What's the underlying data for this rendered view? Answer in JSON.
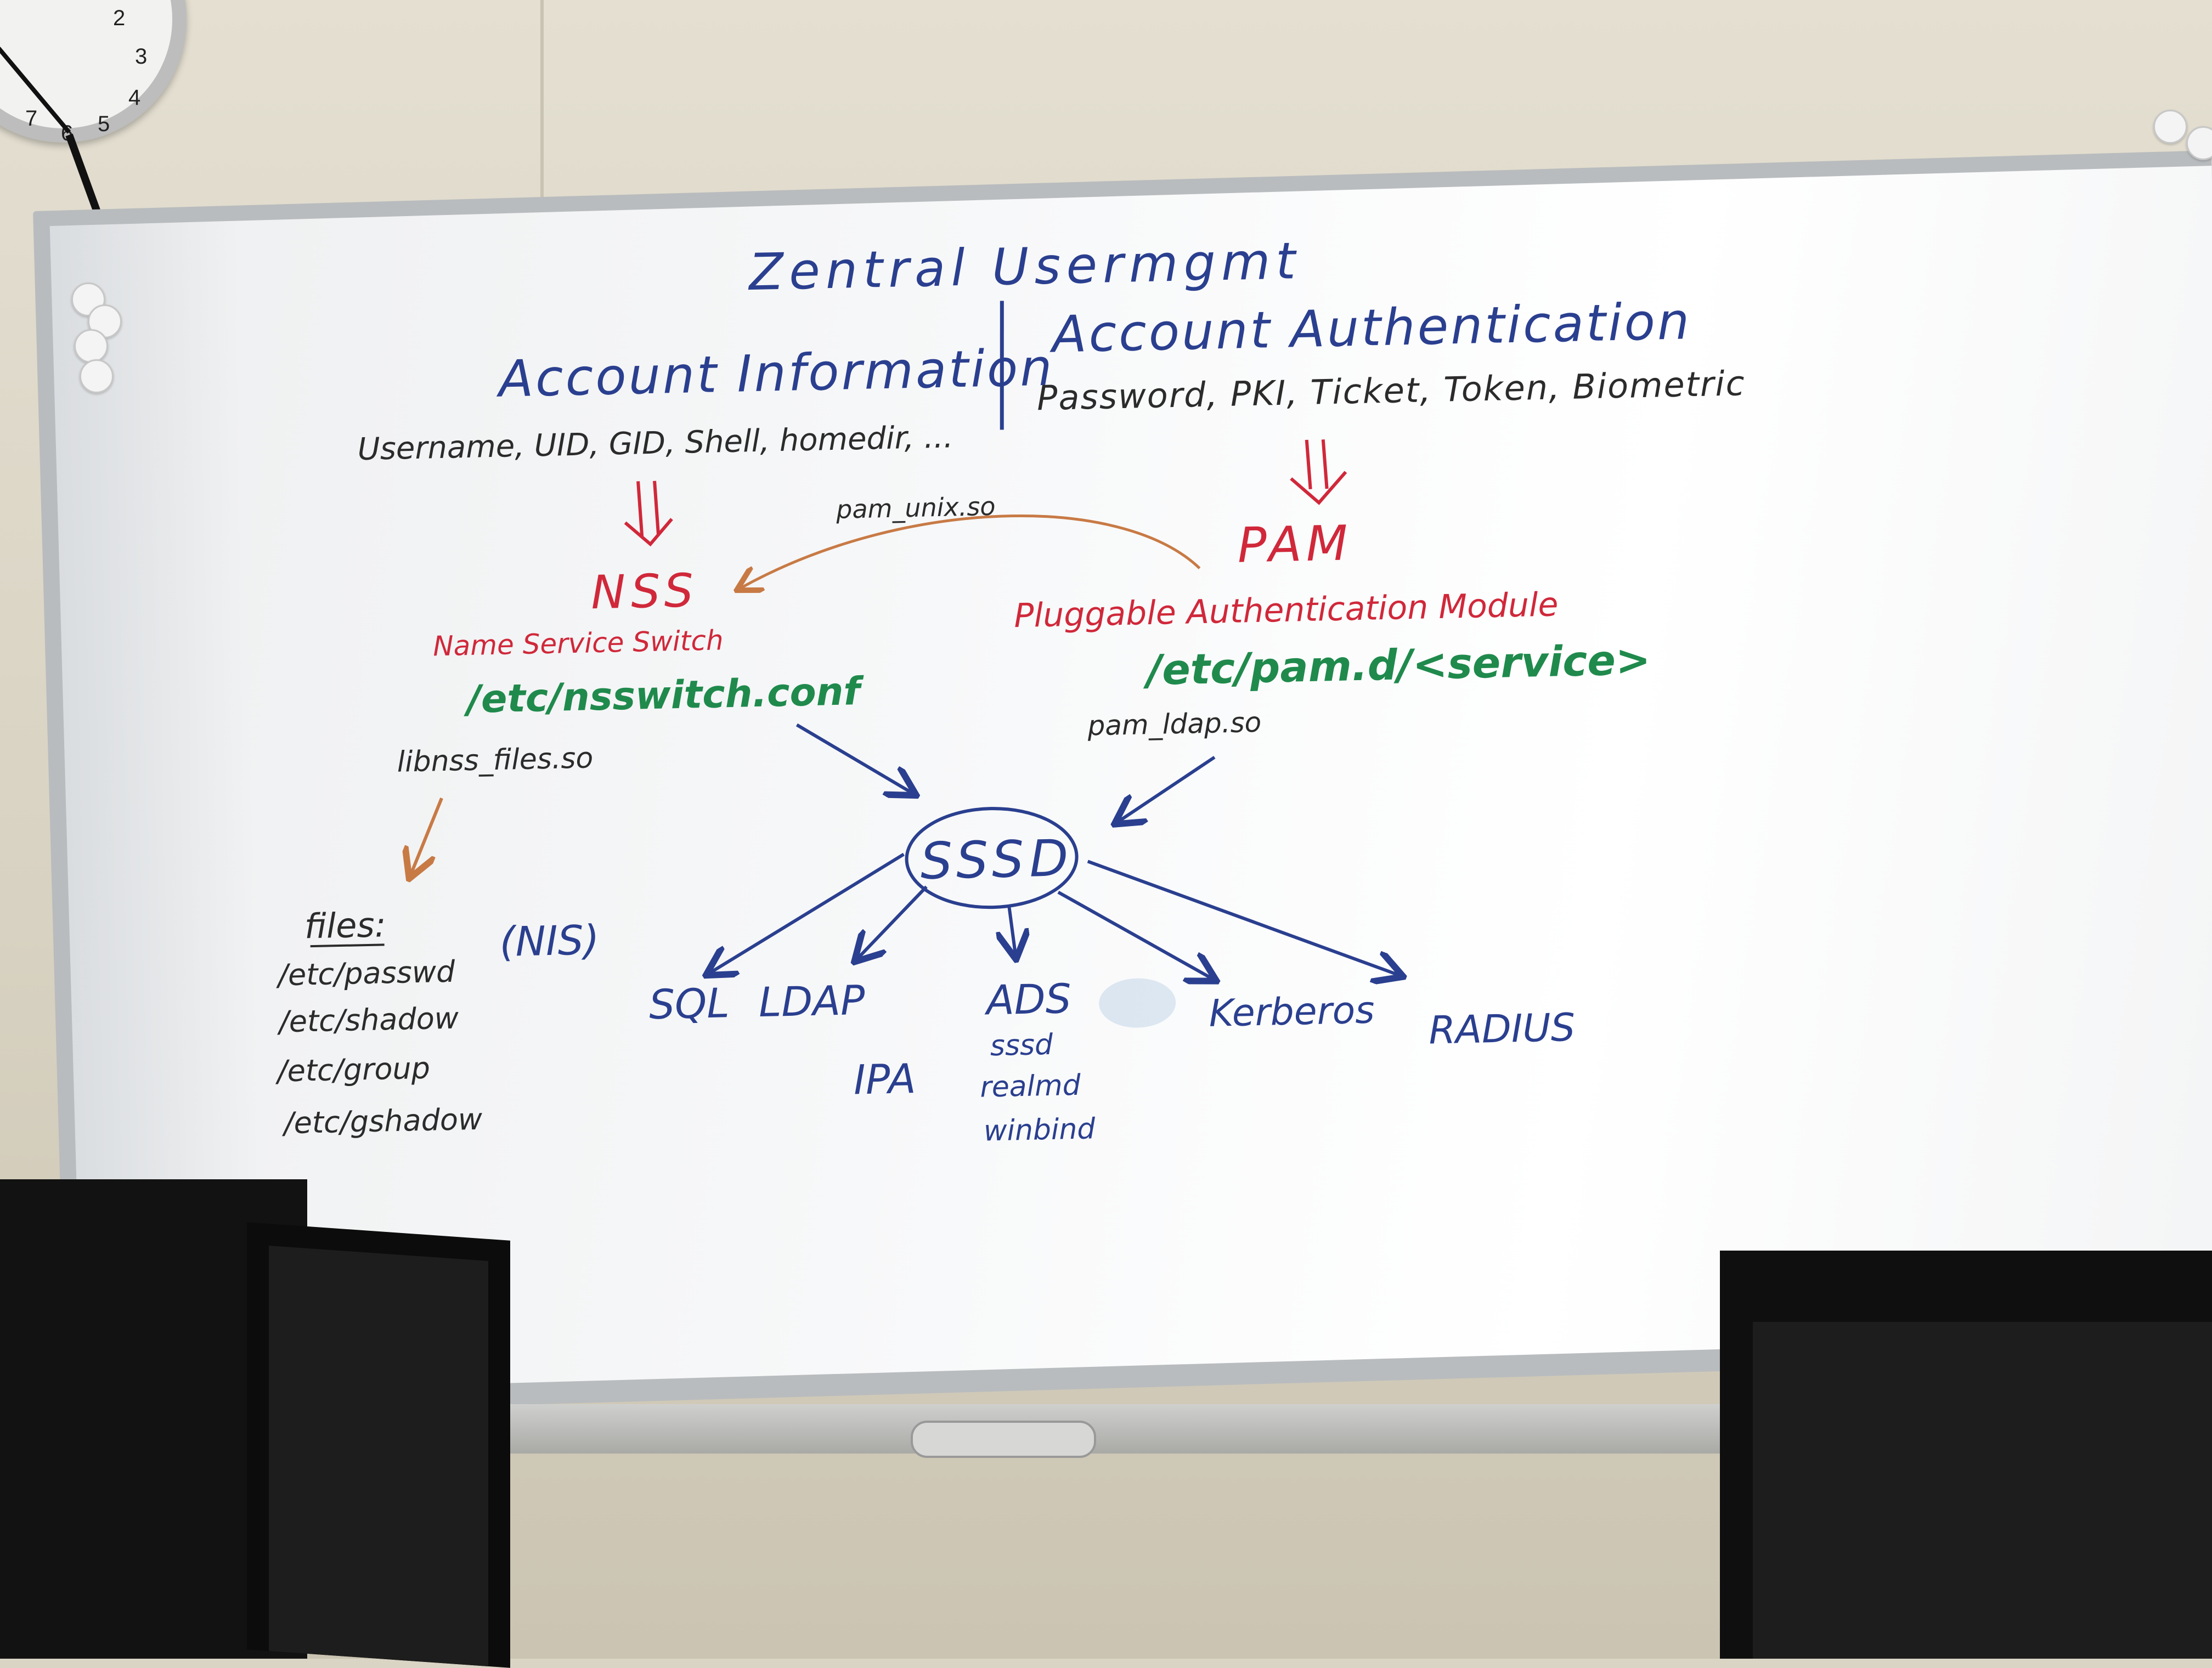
{
  "title": "Zentral Usermgmt",
  "left_heading": "Account Information",
  "left_detail": "Username, UID, GID, Shell, homedir, ...",
  "right_heading": "Account Authentication",
  "right_detail": "Password, PKI, Ticket, Token, Biometric",
  "nss": {
    "name": "NSS",
    "full_name": "Name Service Switch",
    "config": "/etc/nsswitch.conf",
    "module": "libnss_files.so"
  },
  "pam": {
    "name": "PAM",
    "full_name": "Pluggable Authentication Module",
    "config": "/etc/pam.d/<service>",
    "module": "pam_ldap.so",
    "link_label": "pam_unix.so"
  },
  "center": "SSSD",
  "files": {
    "label": "files:",
    "items": [
      "/etc/passwd",
      "/etc/shadow",
      "/etc/group",
      "/etc/gshadow"
    ]
  },
  "nis": "(NIS)",
  "backends": [
    "SQL",
    "LDAP",
    "ADS",
    "Kerberos",
    "RADIUS"
  ],
  "ipa": "IPA",
  "ads_tools": [
    "sssd",
    "realmd",
    "winbind"
  ],
  "colors": {
    "blue_ink": "#2a3f8f",
    "red_ink": "#d0283a",
    "green_ink": "#1f8a4c",
    "black_ink": "#2b2b2b",
    "orange_ink": "#c87a45"
  },
  "clock_numbers": [
    "2",
    "3",
    "4",
    "5",
    "6",
    "7"
  ]
}
